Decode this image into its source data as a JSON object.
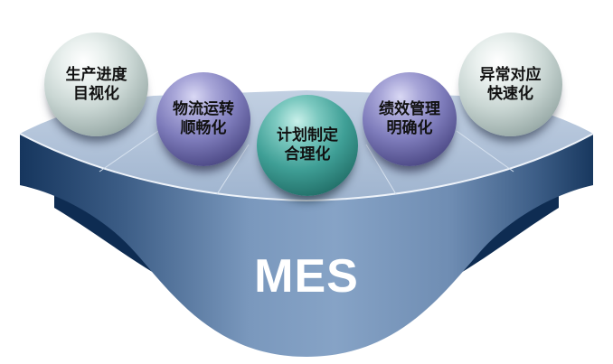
{
  "diagram": {
    "center_label": "MES",
    "items": [
      {
        "line1": "生产进度",
        "line2": "目视化",
        "style": "silver"
      },
      {
        "line1": "物流运转",
        "line2": "顺畅化",
        "style": "purple"
      },
      {
        "line1": "计划制定",
        "line2": "合理化",
        "style": "teal"
      },
      {
        "line1": "绩效管理",
        "line2": "明确化",
        "style": "purple"
      },
      {
        "line1": "异常对应",
        "line2": "快速化",
        "style": "silver"
      }
    ],
    "colors": {
      "platform_top": "#a9bcd6",
      "platform_front": "#7f9cc0",
      "platform_dark": "#12335c",
      "ball_silver": "#c9d6d3",
      "ball_purple": "#7e7cbb",
      "ball_teal": "#3f9f96",
      "label_text": "#ffffff"
    }
  }
}
